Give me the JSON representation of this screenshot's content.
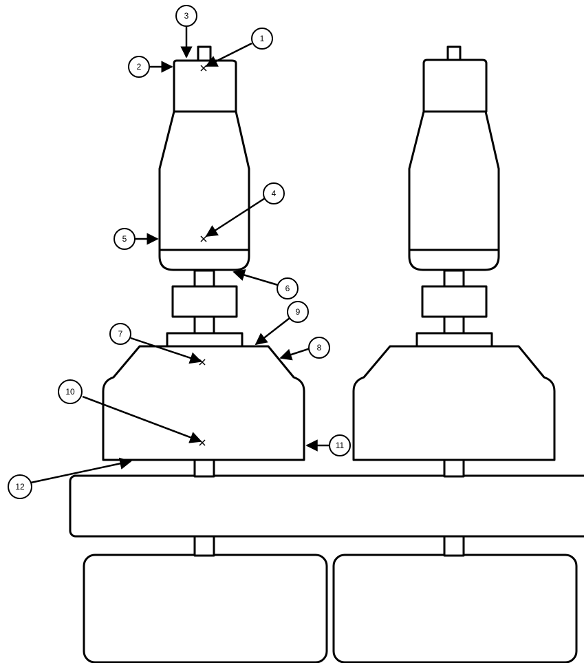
{
  "callouts": [
    {
      "id": "c1",
      "label": "1"
    },
    {
      "id": "c2",
      "label": "2"
    },
    {
      "id": "c3",
      "label": "3"
    },
    {
      "id": "c4",
      "label": "4"
    },
    {
      "id": "c5",
      "label": "5"
    },
    {
      "id": "c6",
      "label": "6"
    },
    {
      "id": "c7",
      "label": "7"
    },
    {
      "id": "c8",
      "label": "8"
    },
    {
      "id": "c9",
      "label": "9"
    },
    {
      "id": "c10",
      "label": "10"
    },
    {
      "id": "c11",
      "label": "11"
    },
    {
      "id": "c12",
      "label": "12"
    }
  ]
}
